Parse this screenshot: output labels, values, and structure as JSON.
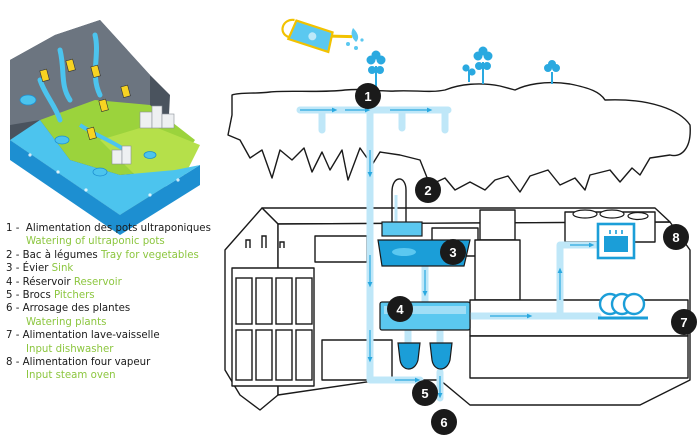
{
  "legend": [
    {
      "num": "1 -",
      "fr": "Alimentation des pots ultraponiques",
      "en": "Watering of ultraponic pots",
      "en_inline": false
    },
    {
      "num": "2 -",
      "fr": "Bac à légumes",
      "en": "Tray for vegetables",
      "en_inline": true
    },
    {
      "num": "3 -",
      "fr": "Évier",
      "en": "Sink",
      "en_inline": true
    },
    {
      "num": "4 -",
      "fr": "Réservoir",
      "en": "Reservoir",
      "en_inline": true
    },
    {
      "num": "5 -",
      "fr": "Brocs",
      "en": "Pitchers",
      "en_inline": true
    },
    {
      "num": "6 -",
      "fr": "Arrosage des plantes",
      "en": "Watering plants",
      "en_inline": false
    },
    {
      "num": "7 -",
      "fr": "Alimentation lave-vaisselle",
      "en": "Input dishwasher",
      "en_inline": false
    },
    {
      "num": "8 -",
      "fr": "Alimentation four vapeur",
      "en": "Input steam oven",
      "en_inline": false
    }
  ],
  "badges": [
    "1",
    "2",
    "3",
    "4",
    "5",
    "6",
    "7",
    "8"
  ],
  "colors": {
    "water": "#5bc8f0",
    "water_dark": "#1b9ed8",
    "pipe": "#bfe7f8",
    "outline": "#1a1a1a",
    "accent_green": "#8cc63f",
    "pitcher_yellow": "#f7d322",
    "landscape_grey": "#5a6470"
  }
}
